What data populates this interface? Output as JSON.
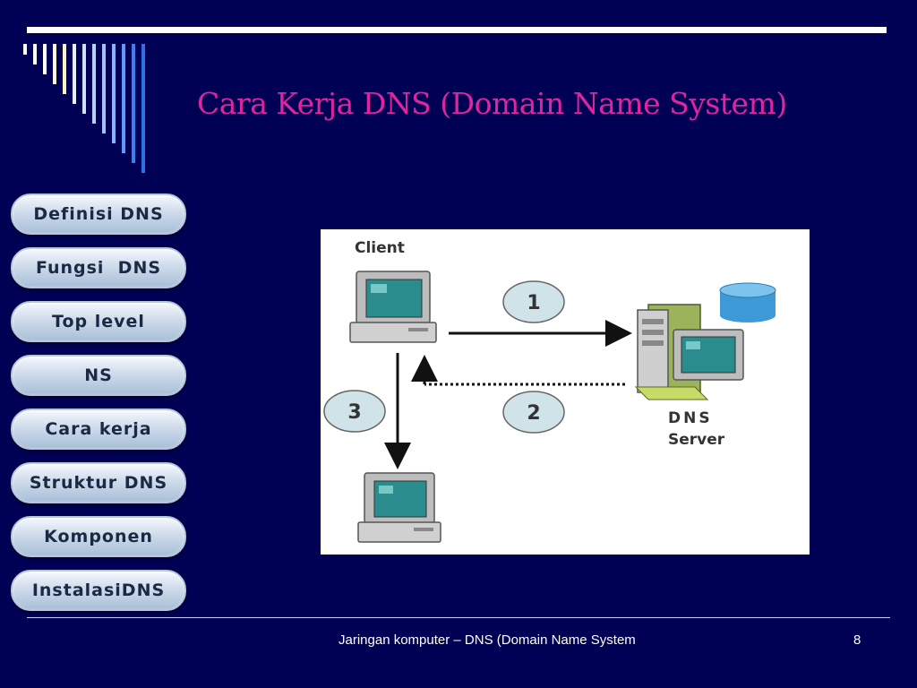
{
  "slide": {
    "title": "Cara Kerja DNS (Domain Name System)",
    "footer_text": "Jaringan komputer – DNS (Domain Name System",
    "page_number": "8"
  },
  "nav": {
    "items": [
      {
        "label": "Definisi DNS"
      },
      {
        "label": "Fungsi  DNS"
      },
      {
        "label": "Top level"
      },
      {
        "label": "NS"
      },
      {
        "label": "Cara kerja"
      },
      {
        "label": "Struktur DNS"
      },
      {
        "label": "Komponen"
      },
      {
        "label": "InstalasiDNS"
      }
    ]
  },
  "diagram": {
    "client_label": "Client",
    "server_label_line1": "DNS",
    "server_label_line2": "Server",
    "step_1": "1",
    "step_2": "2",
    "step_3": "3"
  },
  "colors": {
    "background": "#000055",
    "title": "#e0249f",
    "nav_text": "#1b2a44",
    "step_circle": "#cfe3e8"
  }
}
